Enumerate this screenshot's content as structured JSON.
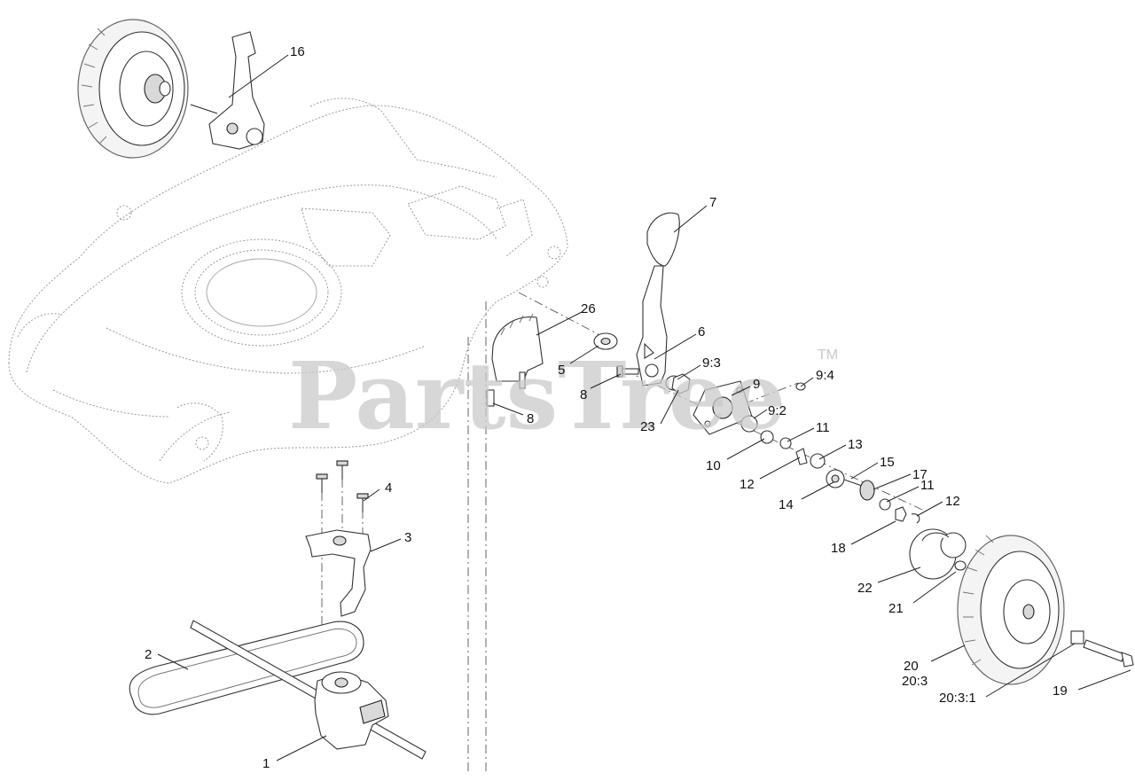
{
  "watermark": {
    "text": "PartsTree",
    "trademark": "TM"
  },
  "callouts": [
    {
      "id": "c16",
      "label": "16"
    },
    {
      "id": "c7",
      "label": "7"
    },
    {
      "id": "c26",
      "label": "26"
    },
    {
      "id": "c6",
      "label": "6"
    },
    {
      "id": "c5",
      "label": "5"
    },
    {
      "id": "c9-3",
      "label": "9:3"
    },
    {
      "id": "c9-4",
      "label": "9:4"
    },
    {
      "id": "c8a",
      "label": "8"
    },
    {
      "id": "c9",
      "label": "9"
    },
    {
      "id": "c8b",
      "label": "8"
    },
    {
      "id": "c23",
      "label": "23"
    },
    {
      "id": "c9-2",
      "label": "9:2"
    },
    {
      "id": "c11a",
      "label": "11"
    },
    {
      "id": "c13",
      "label": "13"
    },
    {
      "id": "c10",
      "label": "10"
    },
    {
      "id": "c15",
      "label": "15"
    },
    {
      "id": "c12a",
      "label": "12"
    },
    {
      "id": "c17",
      "label": "17"
    },
    {
      "id": "c11b",
      "label": "11"
    },
    {
      "id": "c14",
      "label": "14"
    },
    {
      "id": "c12b",
      "label": "12"
    },
    {
      "id": "c4",
      "label": "4"
    },
    {
      "id": "c3",
      "label": "3"
    },
    {
      "id": "c18",
      "label": "18"
    },
    {
      "id": "c22",
      "label": "22"
    },
    {
      "id": "c21",
      "label": "21"
    },
    {
      "id": "c2",
      "label": "2"
    },
    {
      "id": "c20",
      "label": "20"
    },
    {
      "id": "c20-3",
      "label": "20:3"
    },
    {
      "id": "c20-3-1",
      "label": "20:3:1"
    },
    {
      "id": "c19",
      "label": "19"
    },
    {
      "id": "c1",
      "label": "1"
    }
  ]
}
